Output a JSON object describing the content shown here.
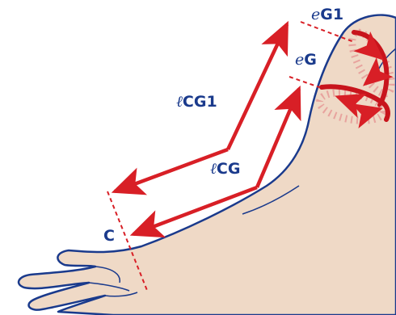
{
  "colors": {
    "skin": "#efd9c6",
    "outline": "#1a3a8c",
    "arrow": "#d81f26",
    "dash": "#d81f26",
    "band": "#c8141c",
    "band_inner": "#e8a39e",
    "label": "#1a3a8c",
    "background": "#ffffff"
  },
  "labels": {
    "eG1": {
      "prefix": "e",
      "main": "G1"
    },
    "eG": {
      "prefix": "e",
      "main": "G"
    },
    "lCG1": {
      "prefix": "ℓ",
      "main": "CG1"
    },
    "lCG": {
      "prefix": "ℓ",
      "main": "CG"
    },
    "C": {
      "main": "C"
    }
  }
}
